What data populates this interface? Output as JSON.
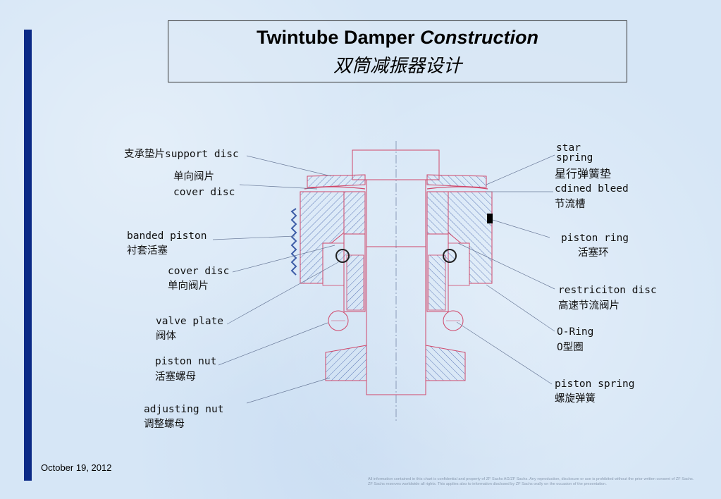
{
  "title": {
    "main": "Twintube Damper",
    "main_italic": "Construction",
    "subtitle": "双筒减振器设计"
  },
  "labels": {
    "support_disc": "支承垫片support disc",
    "cover_disc_top_cn": "单向阀片",
    "cover_disc_top_en": "cover disc",
    "banded_piston_en": "banded piston",
    "banded_piston_cn": "衬套活塞",
    "cover_disc_en": "cover disc",
    "cover_disc_cn": "单向阀片",
    "valve_plate_en": "valve plate",
    "valve_plate_cn": "阀体",
    "piston_nut_en": "piston nut",
    "piston_nut_cn": "活塞螺母",
    "adjusting_nut_en": "adjusting nut",
    "adjusting_nut_cn": "调整螺母",
    "star_spring_en1": "star",
    "star_spring_en2": "spring",
    "star_spring_cn": "星行弹簧垫",
    "coined_bleed_en": "cdined bleed",
    "coined_bleed_cn": "节流槽",
    "piston_ring_en": "piston ring",
    "piston_ring_cn": "活塞环",
    "restriction_disc_en": "restriciton disc",
    "restriction_disc_cn": "高速节流阀片",
    "o_ring_en": "O-Ring",
    "o_ring_cn": "O型圈",
    "piston_spring_en": "piston spring",
    "piston_spring_cn": "螺旋弹簧"
  },
  "footer": {
    "date": "October 19, 2012",
    "disclaimer": "All information contained in this chart is confidential and property of ZF Sachs AG/ZF Sachs. Any reproduction, disclosure or use is prohibited without the prior written consent of ZF Sachs. ZF Sachs reserves worldwide all rights. This applies also to information disclosed by ZF Sachs orally on the occasion of the presentation."
  },
  "colors": {
    "accent_bar": "#0b2a86",
    "drawing_red": "#d0476a",
    "drawing_blue": "#3f5ea8"
  }
}
